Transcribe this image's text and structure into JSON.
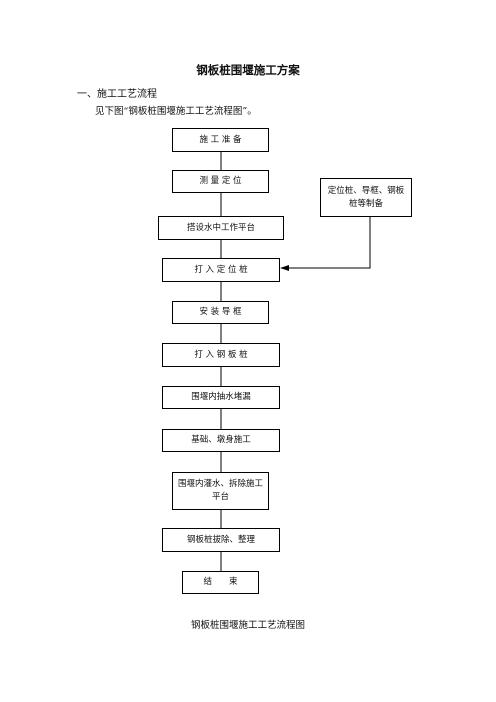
{
  "doc": {
    "title": "钢板桩围堰施工方案",
    "section_heading": "一、施工工艺流程",
    "intro": "见下图“钢板桩围堰施工工艺流程图”。",
    "caption": "钢板桩围堰施工工艺流程图"
  },
  "flow": {
    "steps": [
      "施 工 准 备",
      "测 量 定 位",
      "搭设水中工作平台",
      "打 入 定 位 桩",
      "安 装 导 框",
      "打 入 钢 板 桩",
      "围堰内抽水堵漏",
      "基础、墩身施工",
      "围堰内灌水、拆除施工平台",
      "钢板桩拔除、整理",
      "结　　束"
    ],
    "side_box": "定位桩、导框、钢板桩等制备"
  }
}
